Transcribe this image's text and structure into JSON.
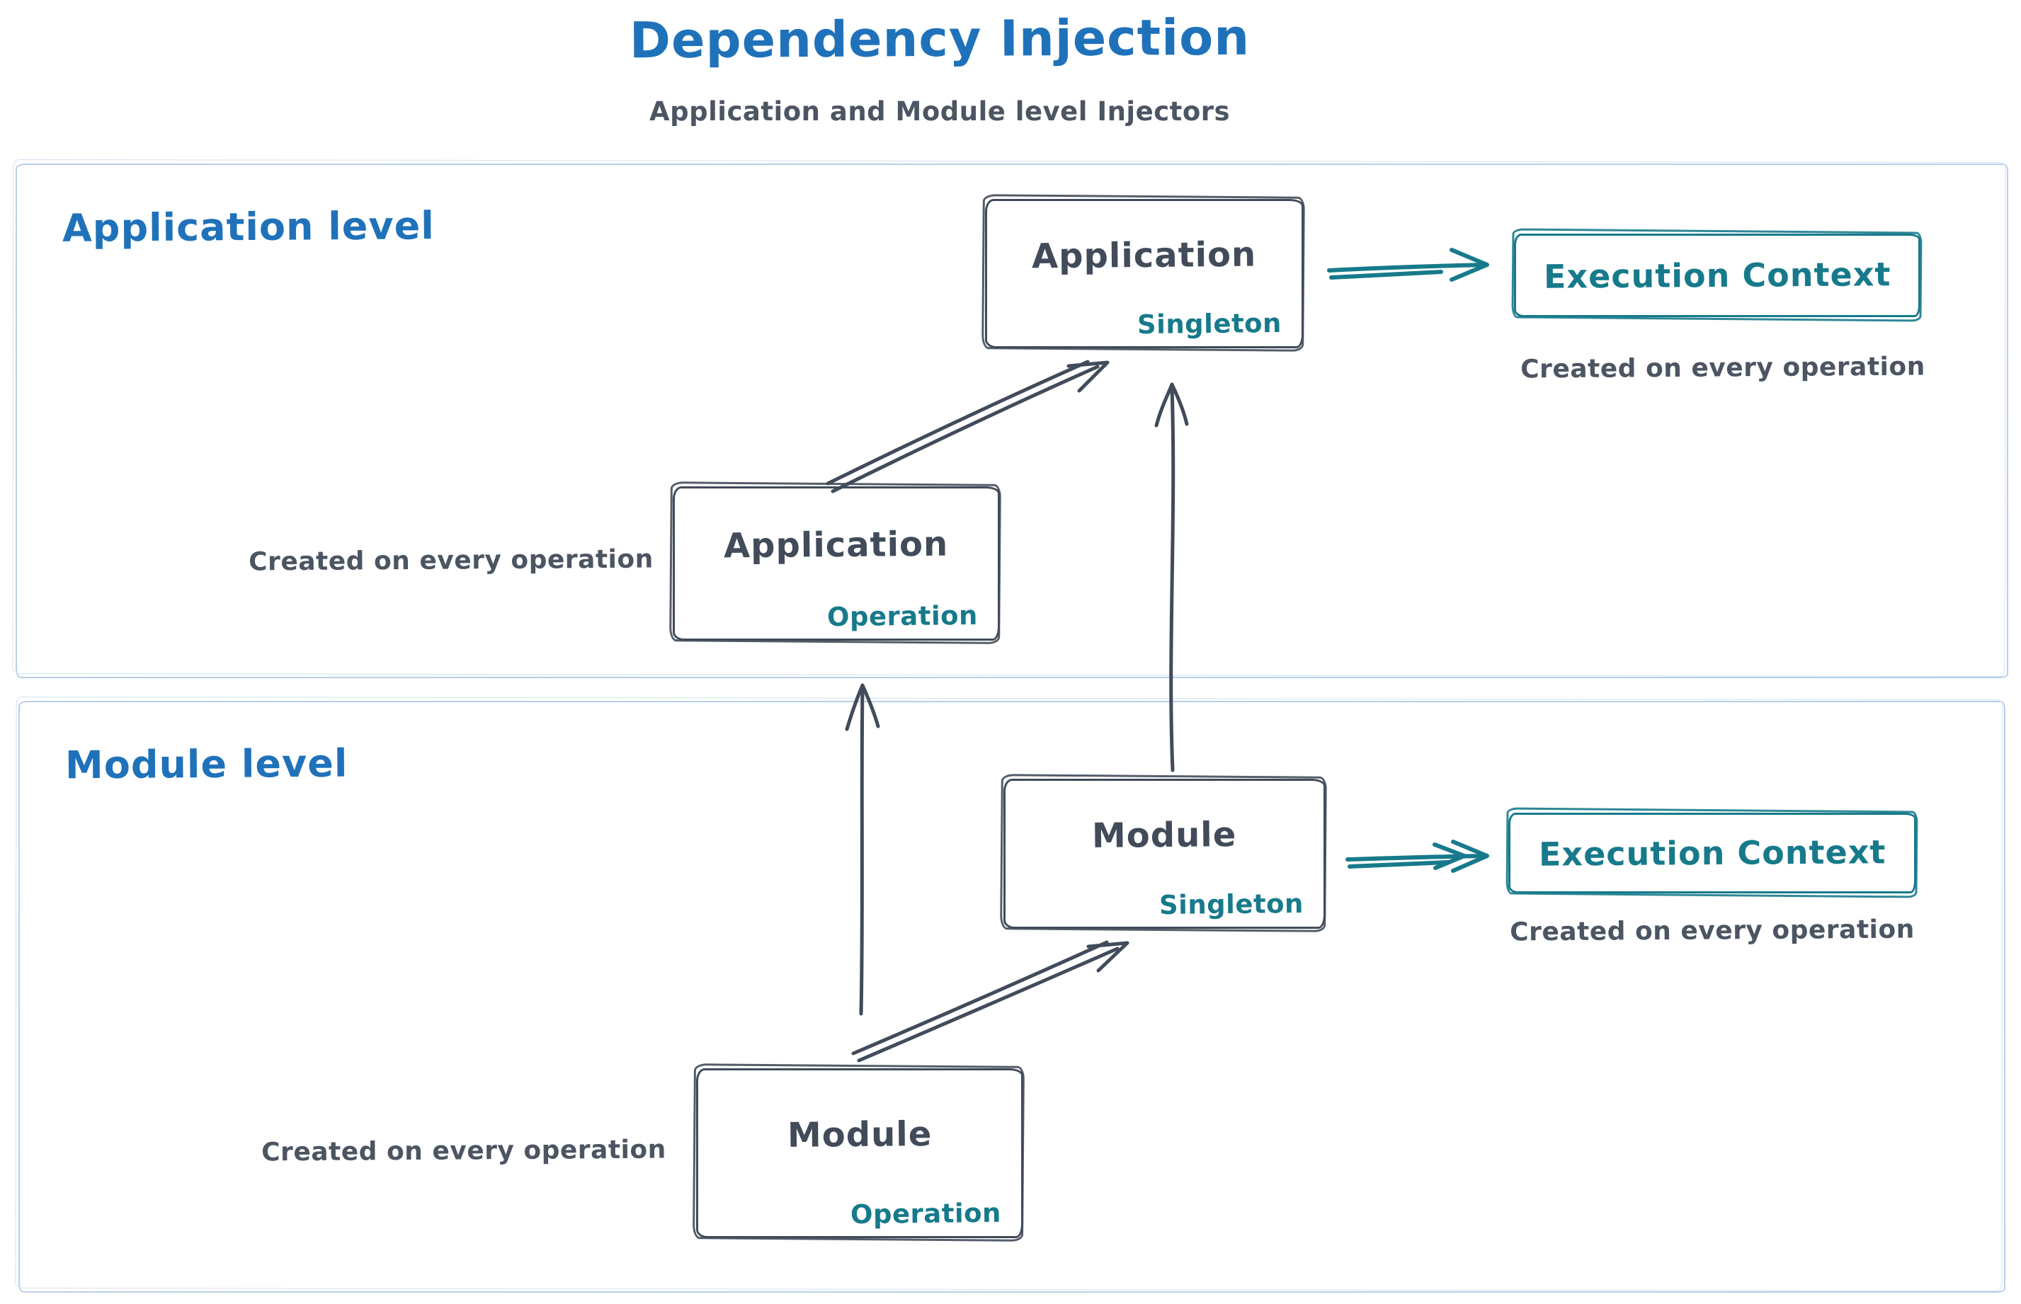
{
  "title": "Dependency Injection",
  "subtitle": "Application and Module level Injectors",
  "colors": {
    "blue": "#1f72ba",
    "teal": "#177a8b",
    "ink": "#414b59",
    "caption": "#4c5562",
    "frame": "#b9cfe8"
  },
  "sections": [
    {
      "label": "Application level"
    },
    {
      "label": "Module level"
    }
  ],
  "nodes": {
    "app_singleton": {
      "title": "Application",
      "badge": "Singleton"
    },
    "app_operation": {
      "title": "Application",
      "badge": "Operation"
    },
    "module_singleton": {
      "title": "Module",
      "badge": "Singleton"
    },
    "module_operation": {
      "title": "Module",
      "badge": "Operation"
    },
    "exec_context_app": {
      "title": "Execution Context"
    },
    "exec_context_module": {
      "title": "Execution Context"
    }
  },
  "captions": {
    "exec_app": "Created on every operation",
    "app_operation": "Created on every operation",
    "exec_module": "Created on every operation",
    "module_operation": "Created on every operation"
  }
}
